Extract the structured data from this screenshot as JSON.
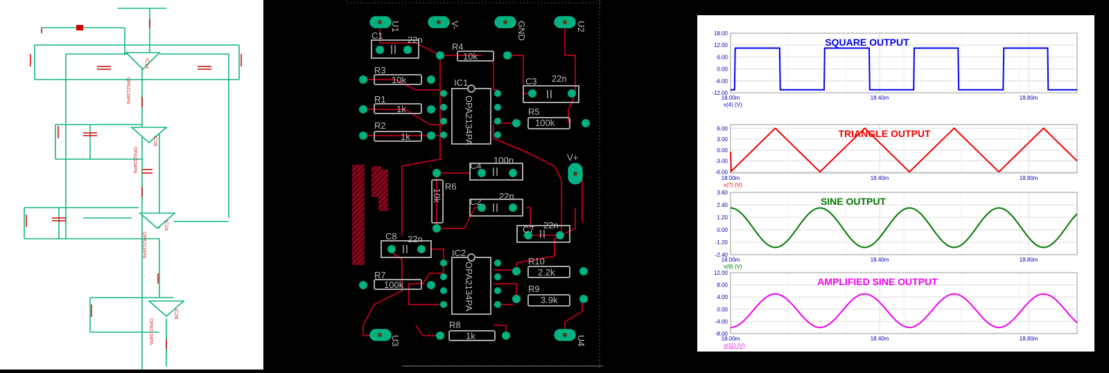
{
  "schematic": {
    "labels": [
      "OPA2134PA",
      "OPA2134PA",
      "OPA2134PA",
      "OPA2134PA"
    ],
    "ref_labels": [
      "IC1A",
      "IC1B",
      "IC2A",
      "IC2B"
    ]
  },
  "pcb": {
    "headers": [
      "U1",
      "V-",
      "GND",
      "U2",
      "U3",
      "U4",
      "V+"
    ],
    "parts": [
      {
        "ref": "C1",
        "value": "22n"
      },
      {
        "ref": "R4",
        "value": "10k"
      },
      {
        "ref": "R3",
        "value": "10k"
      },
      {
        "ref": "IC1",
        "value": "OPA2134PA"
      },
      {
        "ref": "C3",
        "value": "22n"
      },
      {
        "ref": "R1",
        "value": "1k"
      },
      {
        "ref": "R5",
        "value": "100k"
      },
      {
        "ref": "R2",
        "value": "1k"
      },
      {
        "ref": "C4",
        "value": "100n"
      },
      {
        "ref": "R6",
        "value": "10k"
      },
      {
        "ref": "C2",
        "value": "22n"
      },
      {
        "ref": "C7",
        "value": "22n"
      },
      {
        "ref": "C8",
        "value": "22n"
      },
      {
        "ref": "IC2",
        "value": "OPA2134PA"
      },
      {
        "ref": "R10",
        "value": "2.2k"
      },
      {
        "ref": "R7",
        "value": "100k"
      },
      {
        "ref": "R9",
        "value": "3.9k"
      },
      {
        "ref": "R8",
        "value": "1k"
      }
    ]
  },
  "colors": {
    "square": "#0000ee",
    "triangle": "#ee0000",
    "sine": "#007700",
    "amplified": "#ee00ee",
    "trace": "#c0001a",
    "pad": "#00b080",
    "wire": "#12b57a"
  },
  "chart_data": [
    {
      "type": "line",
      "title": "SQUARE OUTPUT",
      "xlabel": "v(4) (V)",
      "x_ticks": [
        "18.00m",
        "18.40m",
        "18.80m"
      ],
      "y_ticks": [
        "18.00",
        "12.00",
        "6.00",
        "0.00",
        "-6.00",
        "-12.00"
      ],
      "ylim": [
        -12,
        18
      ],
      "xlim": [
        18.0,
        18.93
      ],
      "waveform": "square",
      "amplitude": [
        -10.5,
        10.5
      ],
      "period": 0.24,
      "series": [
        {
          "values_desc": "square wave between -10.5 V and 10.5 V"
        }
      ]
    },
    {
      "type": "line",
      "title": "TRIANGLE OUTPUT",
      "xlabel": "v(7) (V)",
      "x_ticks": [
        "18.00m",
        "18.40m",
        "18.80m"
      ],
      "y_ticks": [
        "6.00",
        "3.00",
        "0.00",
        "-3.00",
        "-6.00"
      ],
      "ylim": [
        -6.3,
        7.0
      ],
      "xlim": [
        18.0,
        18.93
      ],
      "waveform": "triangle",
      "amplitude": [
        -6.0,
        6.0
      ],
      "period": 0.24
    },
    {
      "type": "line",
      "title": "SINE OUTPUT",
      "xlabel": "v(9) (V)",
      "x_ticks": [
        "18.00m",
        "18.40m",
        "18.80m"
      ],
      "y_ticks": [
        "3.60",
        "2.40",
        "1.20",
        "0.00",
        "-1.20",
        "-2.40"
      ],
      "ylim": [
        -2.4,
        3.6
      ],
      "xlim": [
        18.0,
        18.93
      ],
      "waveform": "sine",
      "amplitude": [
        -1.7,
        2.1
      ],
      "period": 0.24
    },
    {
      "type": "line",
      "title": "AMPLIFIED SINE OUTPUT",
      "xlabel": "v(11) (V)",
      "x_ticks": [
        "18.00m",
        "18.40m",
        "18.80m"
      ],
      "y_ticks": [
        "12.00",
        "8.00",
        "4.00",
        "0.00",
        "-4.00",
        "-8.00"
      ],
      "ylim": [
        -8,
        12
      ],
      "xlim": [
        18.0,
        18.93
      ],
      "waveform": "sine",
      "amplitude": [
        -6.0,
        5.0
      ],
      "period": 0.24
    }
  ]
}
